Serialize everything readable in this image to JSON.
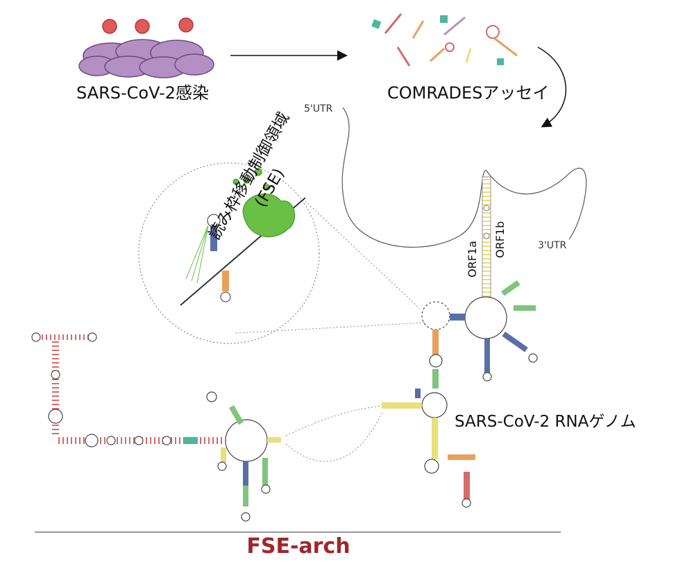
{
  "labels": {
    "infection": "SARS-CoV-2感染",
    "comrades": "COMRADESアッセイ",
    "utr5": "5'UTR",
    "utr3": "3'UTR",
    "orf1a": "ORF1a",
    "orf1b": "ORF1b",
    "fse_line1": "読み枠移動制御領域",
    "fse_line2": "(FSE)",
    "genome": "SARS-CoV-2 RNAゲノム",
    "fse_arch": "FSE-arch"
  },
  "colors": {
    "cell": "#b48fc4",
    "virus": "#e05a5a",
    "ribosome": "#6abf45",
    "helix_yellow": "#e8e07a",
    "helix_red": "#d46a6a",
    "helix_blue": "#5a6fa8",
    "helix_green": "#7fc47f",
    "helix_orange": "#e8a05a",
    "fse_arch": "#a0262c"
  },
  "icons": [
    "cell-cluster-icon",
    "virus-icon",
    "rna-fragment-icon",
    "ribosome-icon",
    "arrow-icon"
  ]
}
